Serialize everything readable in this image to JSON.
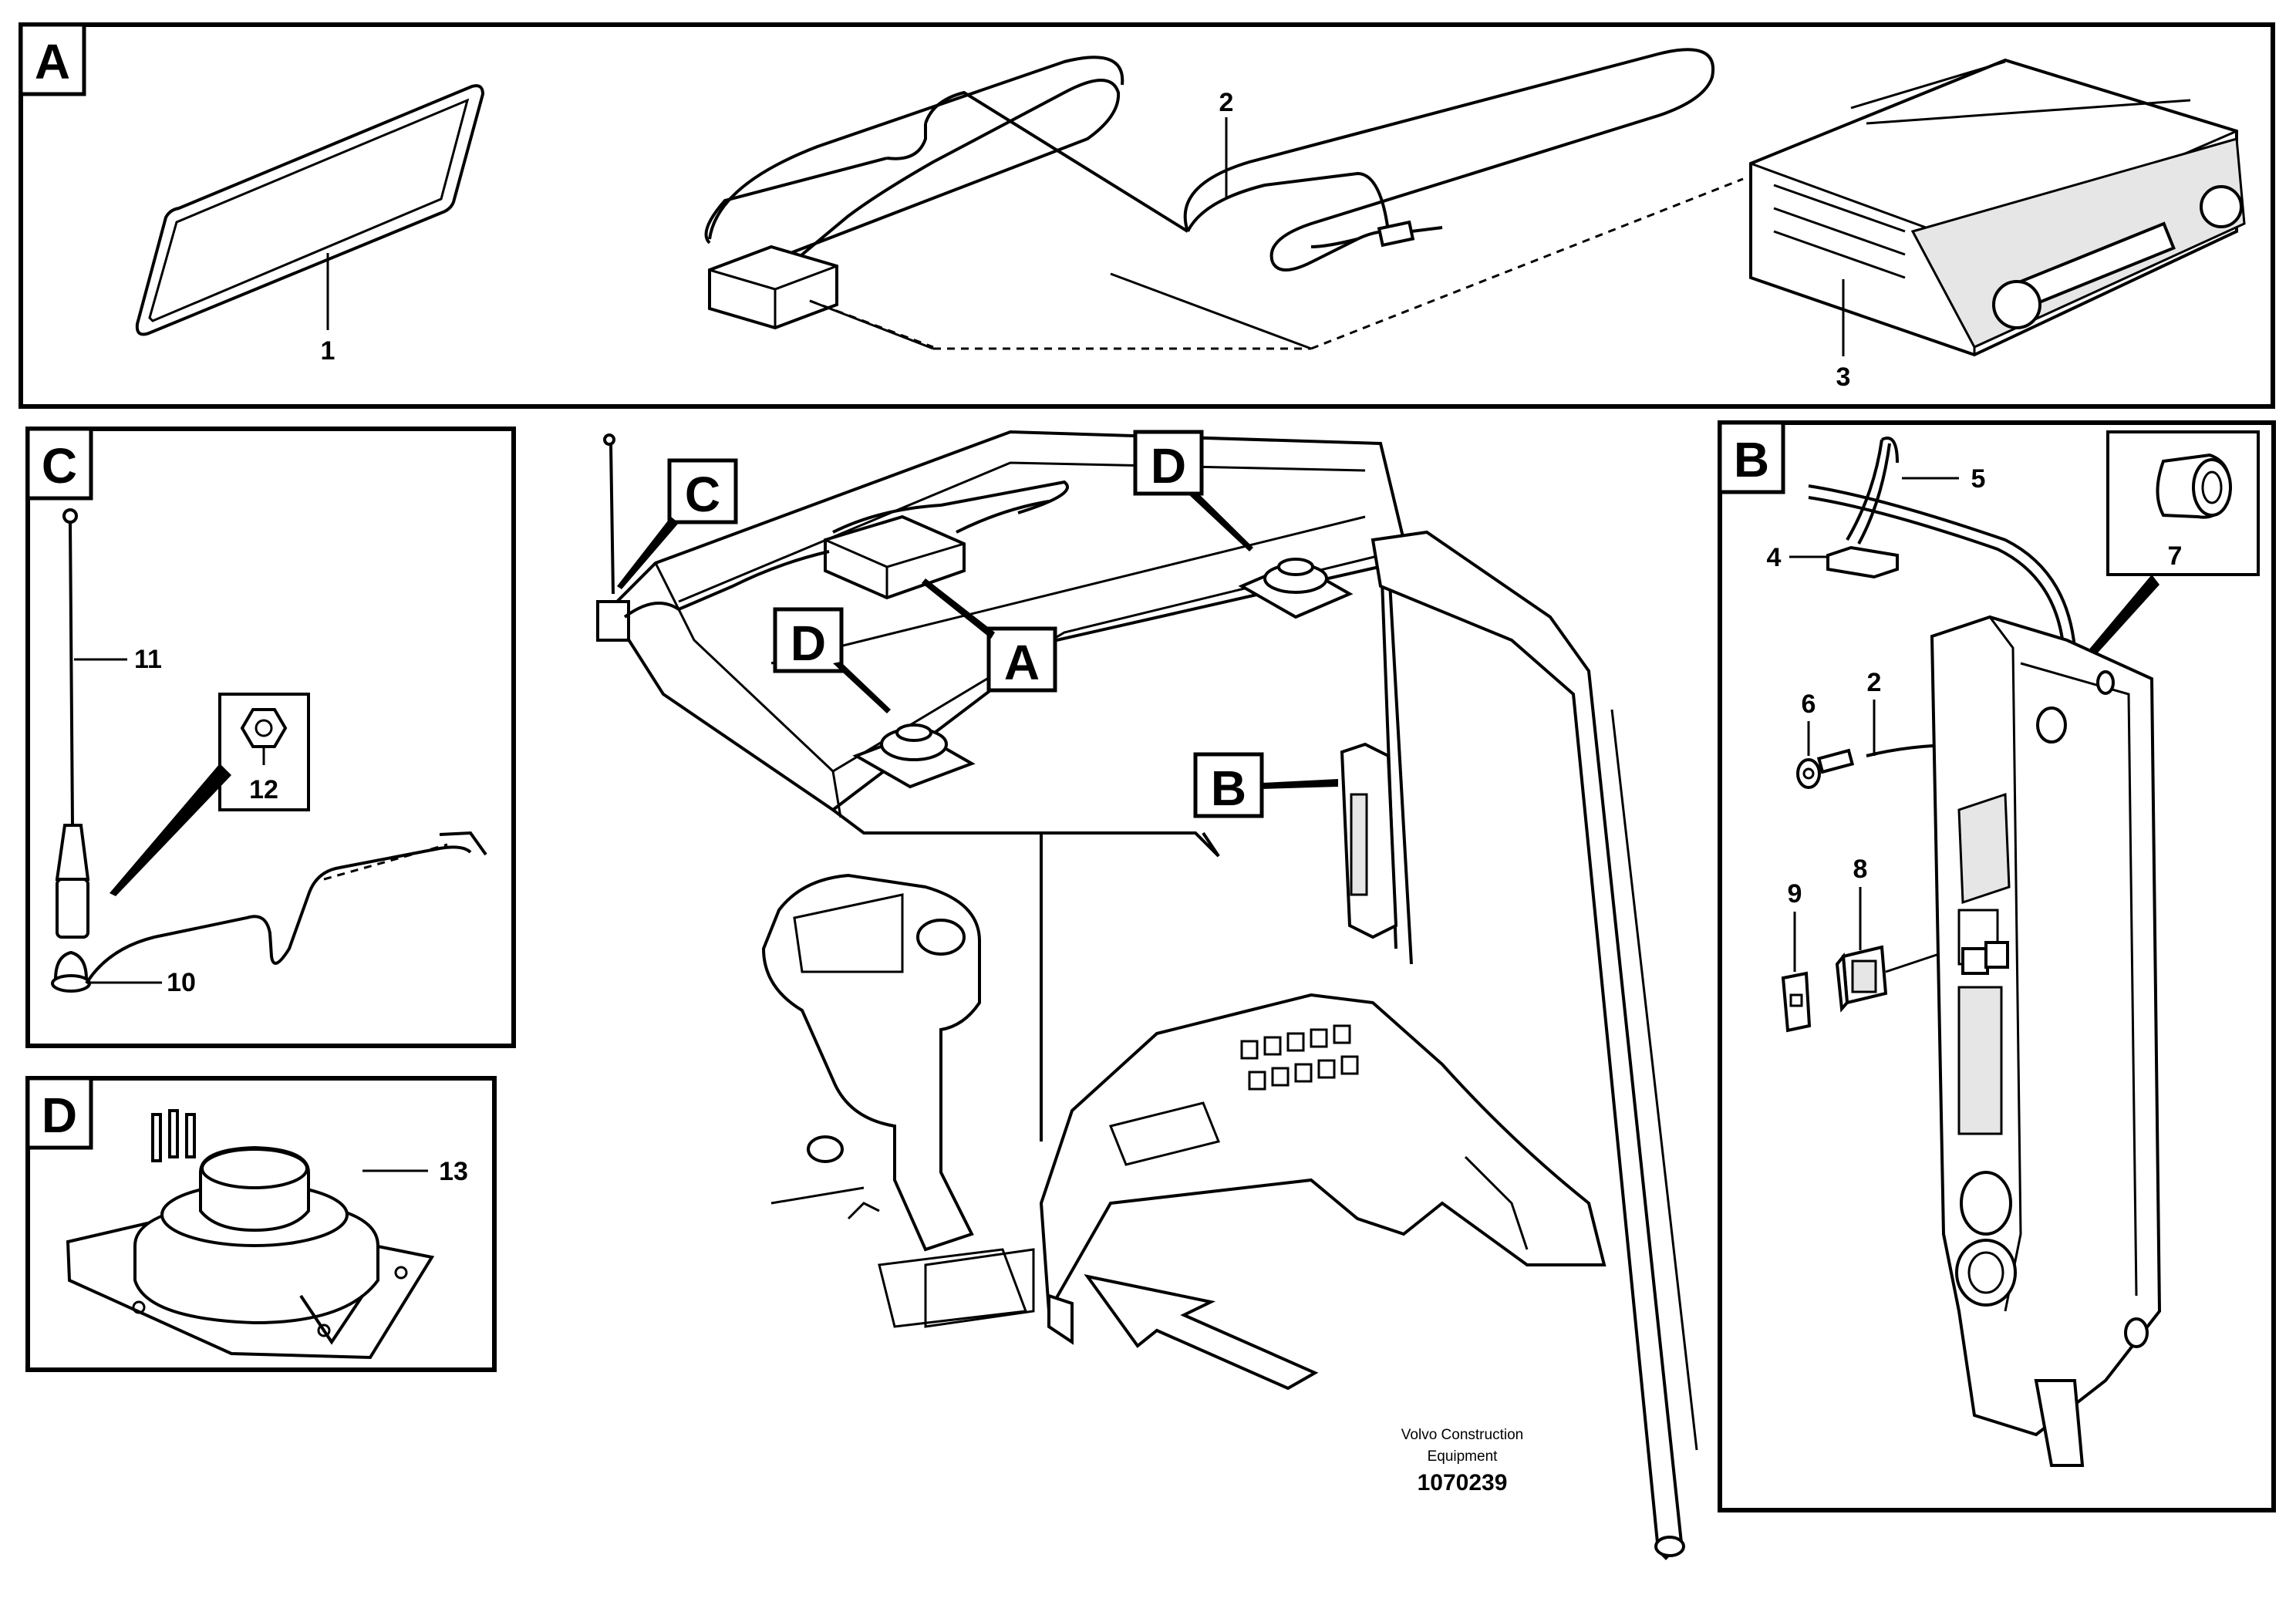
{
  "panels": {
    "A": {
      "tag": "A"
    },
    "B": {
      "tag": "B"
    },
    "C": {
      "tag": "C"
    },
    "D": {
      "tag": "D"
    }
  },
  "main_callouts": {
    "c": "C",
    "d_top": "D",
    "d_mid": "D",
    "a": "A",
    "b": "B"
  },
  "part_numbers": {
    "n1": "1",
    "n2": "2",
    "n2b": "2",
    "n3": "3",
    "n4": "4",
    "n5": "5",
    "n6": "6",
    "n7": "7",
    "n8": "8",
    "n9": "9",
    "n10": "10",
    "n11": "11",
    "n12": "12",
    "n13": "13"
  },
  "footer": {
    "company_line1": "Volvo Construction",
    "company_line2": "Equipment",
    "drawing_number": "1070239"
  }
}
